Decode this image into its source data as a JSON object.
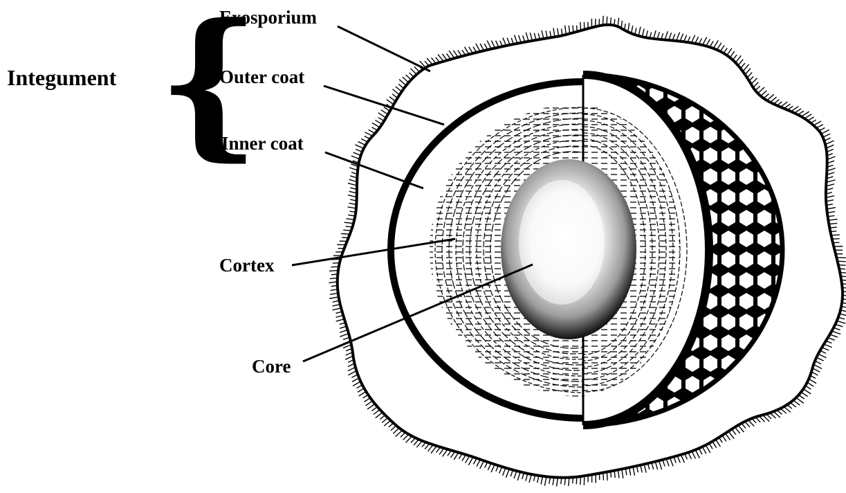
{
  "labels": {
    "integument": "Integument",
    "exosporium": "Exosporium",
    "outer_coat": "Outer coat",
    "inner_coat": "Inner coat",
    "cortex": "Cortex",
    "core": "Core"
  },
  "colors": {
    "ink": "#000000",
    "paper": "#ffffff"
  }
}
